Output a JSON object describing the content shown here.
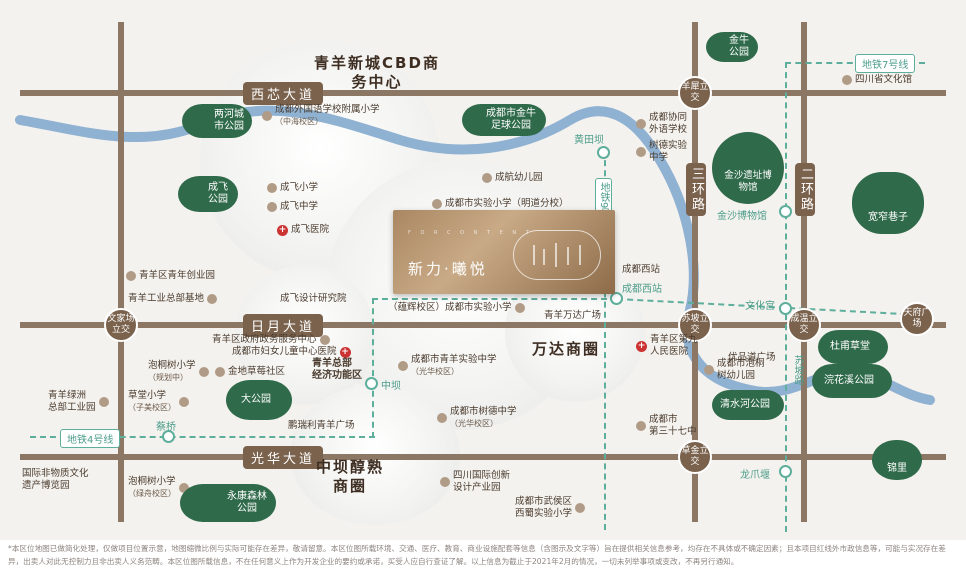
{
  "project": {
    "name": "新力·曦悦",
    "name_en": "F O R   C O N T E N T"
  },
  "districts": {
    "cbd": "青羊新城CBD商务中心",
    "wanda": "万达商圈",
    "zhongba": "中坝醇熟商圈"
  },
  "roads": {
    "xixin": "西芯大道",
    "riyue": "日月大道",
    "guanghua": "光华大道",
    "sanhuan": "三环路",
    "erhuan": "二环路"
  },
  "nodes": {
    "yangxi": "羊犀立交",
    "wenjiachang": "文家场立交",
    "supo": "苏坡立交",
    "chengwen": "成温立交",
    "tianfu": "天府广场",
    "caojin": "草金立交"
  },
  "metro": {
    "line4": "地铁4号线",
    "line7": "地铁7号线",
    "line9": "地铁9号线",
    "stations": {
      "huangtianba": "黄田坝",
      "chengduxi": "成都西站",
      "wenhuagong": "文化宫",
      "zhongba": "中坝",
      "caiqiao": "蔡桥",
      "jinsha": "金沙博物馆",
      "longzhuayan": "龙爪堰",
      "supolu": "苏坡路"
    }
  },
  "pois": {
    "chengdu_foreign": "成都外国语学校附属小学",
    "chengdu_foreign_sub": "（中海校区）",
    "chengfei_primary": "成飞小学",
    "chengfei_middle": "成飞中学",
    "chengfei_hospital": "成飞医院",
    "hangkong_kindergarten": "成航幼儿园",
    "shiyan_mingchao": "成都市实验小学（明道分校）",
    "youth_park": "青羊区青年创业园",
    "industry_base": "青羊工业总部基地",
    "chengfei_research": "成飞设计研究院",
    "gov_center": "青羊区政府政务服务中心",
    "women_hospital": "成都市妇女儿童中心医院",
    "paotong": "泡桐树小学",
    "paotong_sub": "（规划中）",
    "jindicaomei": "金地草莓社区",
    "caotang": "草堂小学",
    "caotang_sub": "（子美校区）",
    "lvzhou": "青羊绿洲",
    "lvzhou2": "总部工业园",
    "hq_area": "青羊总部",
    "hq_area2": "经济功能区",
    "pengrui": "鹏瑞利青羊广场",
    "shiyan_yunxiu": "（蕴辉校区）成都市实验小学",
    "wanda_plaza": "青羊万达广场",
    "qingyang_shiyan": "成都市青羊实验中学",
    "qingyang_shiyan_sub": "（光华校区）",
    "shude_middle": "成都市树德中学",
    "shude_middle_sub": "（光华校区）",
    "feiwuzhi": "国际非物质文化",
    "feiwuzhi2": "遗产博览园",
    "paotong_lvzhou": "泡桐树小学",
    "paotong_lvzhou_sub": "（绿舟校区）",
    "sichuan_innovation": "四川国际创新",
    "sichuan_innovation2": "设计产业园",
    "wuhou": "成都市武侯区",
    "wuhou2": "西蜀实验小学",
    "xiezhong": "成都协同",
    "xiezhong2": "外语学校",
    "shude_shiyan": "树德实验",
    "shude_shiyan2": "中学",
    "qingyang_hospital": "青羊区第九",
    "qingyang_hospital2": "人民医院",
    "youpin": "优品道广场",
    "paotong_kg": "成都市泡桐",
    "paotong_kg2": "树幼儿园",
    "no37": "成都市",
    "no37_2": "第三十七中",
    "culture_center": "四川省文化馆",
    "chengduxi_label": "成都西站"
  },
  "parks": {
    "lianghe": "两河城市公园",
    "jinniu": "成都市金牛足球公园",
    "chengfei_park": "成飞公园",
    "da_park": "大公园",
    "yongkang": "永康森林公园",
    "jinniu_park": "金牛公园",
    "jinsha": "金沙遗址博物馆",
    "kuanzhai": "宽窄巷子",
    "dufu": "杜甫草堂",
    "huanhuaxi": "浣花溪公园",
    "qingshuihe": "清水河公园",
    "jinli": "锦里"
  },
  "disclaimer": "*本区位地图已做简化处理，仅做项目位置示意，地图缩微比例与实际可能存在差异，敬请留意。本区位图所载环境、交通、医疗、教育、商业设施配套等信息（含图示及文字等）旨在提供相关信息参考，均存在不具体或不确定因素；且本项目红线外市政信息等，可能与实况存在差异，出卖人对此无控制力且非出卖人义务范畴。本区位图所载信息，不在任何意义上作为开发企业的要约或承诺，买受人应自行查证了解。以上信息为截止于2021年2月的情况，一切未列举事项或变改，不再另行通知。",
  "colors": {
    "road": "#8c7765",
    "label": "#7a624d",
    "metro": "#5eae9c",
    "park": "#2f6a4a",
    "river": "#8fb1d2"
  }
}
